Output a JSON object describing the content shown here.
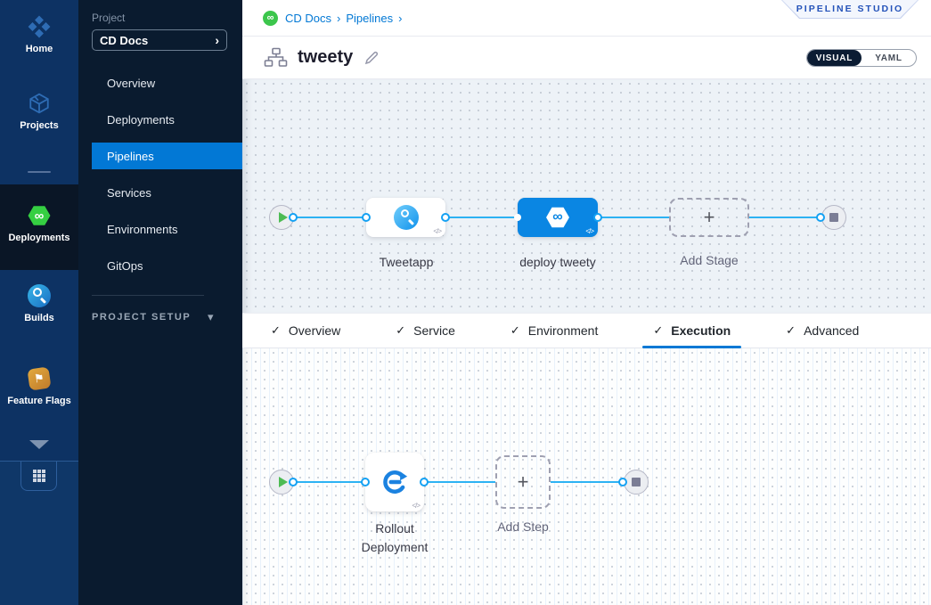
{
  "icons": {
    "check": "✓",
    "plus": "+",
    "code": "</>",
    "infinity": "∞",
    "breadcrumb_separator": "›",
    "select_arrow": "›",
    "caret_down": "▾",
    "flag": "⚑"
  },
  "colors": {
    "accent_blue": "#0278d5",
    "selected_node_blue": "#0a86e3",
    "connector_blue": "#2db2f3",
    "harness_green": "#35cf42",
    "rail_navy": "#0d3263",
    "sidebar_navy": "#0a1b2f",
    "studio_badge_text": "#2553b9"
  },
  "rail": {
    "items": [
      {
        "id": "home",
        "label": "Home",
        "active": false
      },
      {
        "id": "projects",
        "label": "Projects",
        "active": false
      },
      {
        "id": "deployments",
        "label": "Deployments",
        "active": true
      },
      {
        "id": "builds",
        "label": "Builds",
        "active": false
      },
      {
        "id": "feature-flags",
        "label": "Feature Flags",
        "active": false
      }
    ]
  },
  "sidebar": {
    "project_label": "Project",
    "project_name": "CD Docs",
    "items": [
      "Overview",
      "Deployments",
      "Pipelines",
      "Services",
      "Environments",
      "GitOps"
    ],
    "active_item": "Pipelines",
    "project_setup_label": "PROJECT SETUP"
  },
  "header": {
    "breadcrumbs": [
      "CD Docs",
      "Pipelines"
    ],
    "studio_badge": "PIPELINE STUDIO",
    "pipeline_name": "tweety",
    "toggle": {
      "visual": "VISUAL",
      "yaml": "YAML",
      "selected": "VISUAL"
    }
  },
  "stage_canvas": {
    "nodes": [
      {
        "label": "Tweetapp",
        "type": "service-stage",
        "selected": false
      },
      {
        "label": "deploy tweety",
        "type": "deploy-stage",
        "selected": true
      },
      {
        "label": "Add Stage",
        "type": "add"
      }
    ]
  },
  "tabs": [
    {
      "label": "Overview",
      "active": false
    },
    {
      "label": "Service",
      "active": false
    },
    {
      "label": "Environment",
      "active": false
    },
    {
      "label": "Execution",
      "active": true
    },
    {
      "label": "Advanced",
      "active": false
    }
  ],
  "execution_canvas": {
    "nodes": [
      {
        "label": "Rollout Deployment",
        "type": "rollout-step",
        "selected": false
      },
      {
        "label": "Add Step",
        "type": "add"
      }
    ]
  }
}
